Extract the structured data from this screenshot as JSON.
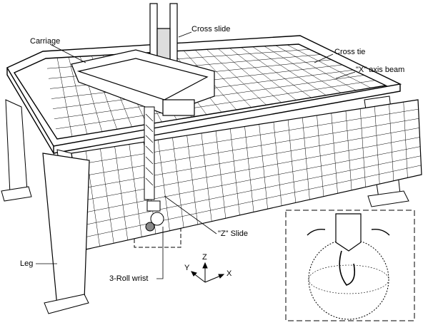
{
  "labels": {
    "carriage": "Carriage",
    "cross_slide": "Cross slide",
    "cross_tie": "Cross tie",
    "x_axis_beam": "\"X\" axis beam",
    "z_slide": "\"Z\"  Slide",
    "leg": "Leg",
    "roll_wrist": "3-Roll wrist"
  },
  "axes": {
    "z": "Z",
    "y": "Y",
    "x": "X"
  },
  "colors": {
    "line": "#000000",
    "background": "#ffffff"
  }
}
